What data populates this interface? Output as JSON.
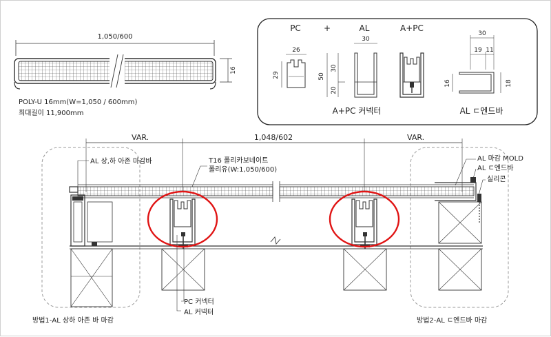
{
  "panel": {
    "width_label": "1,050/600",
    "thickness_label": "16",
    "spec": "POLY-U 16mm(W=1,050 / 600mm)",
    "max_length": "최대길이 11,900mm"
  },
  "connector_box": {
    "pc_title": "PC",
    "plus": "+",
    "al_title": "AL",
    "apc_title": "A+PC",
    "pc_width": "26",
    "pc_height": "29",
    "al_width": "30",
    "al_height_total": "50",
    "al_height_upper": "30",
    "al_height_lower": "20",
    "caption_connector": "A+PC 커넥터",
    "endbar_width_total": "30",
    "endbar_width_a": "19",
    "endbar_width_b": "11",
    "endbar_height_left": "16",
    "endbar_height_right": "18",
    "caption_endbar": "AL ㄷ엔드바"
  },
  "section": {
    "var_left": "VAR.",
    "var_right": "VAR.",
    "center_width": "1,048/602",
    "label_al_finish_bar": "AL 상,하 아존 마감바",
    "label_t16_line1": "T16 폴리카보네이트",
    "label_t16_line2": "폴리유(W:1,050/600)",
    "label_al_mold": "AL 마감 MOLD",
    "label_al_endbar": "AL ㄷ엔드바",
    "label_silicone": "실리콘",
    "label_pc_connector": "PC 커넥터",
    "label_al_connector": "AL 커넥터",
    "caption_method1": "방법1-AL 상하 아존 바 마감",
    "caption_method2": "방법2-AL ㄷ엔드바 마감"
  },
  "colors": {
    "line": "#222222",
    "highlight": "#e01414",
    "dashed": "#9a9a9a"
  }
}
